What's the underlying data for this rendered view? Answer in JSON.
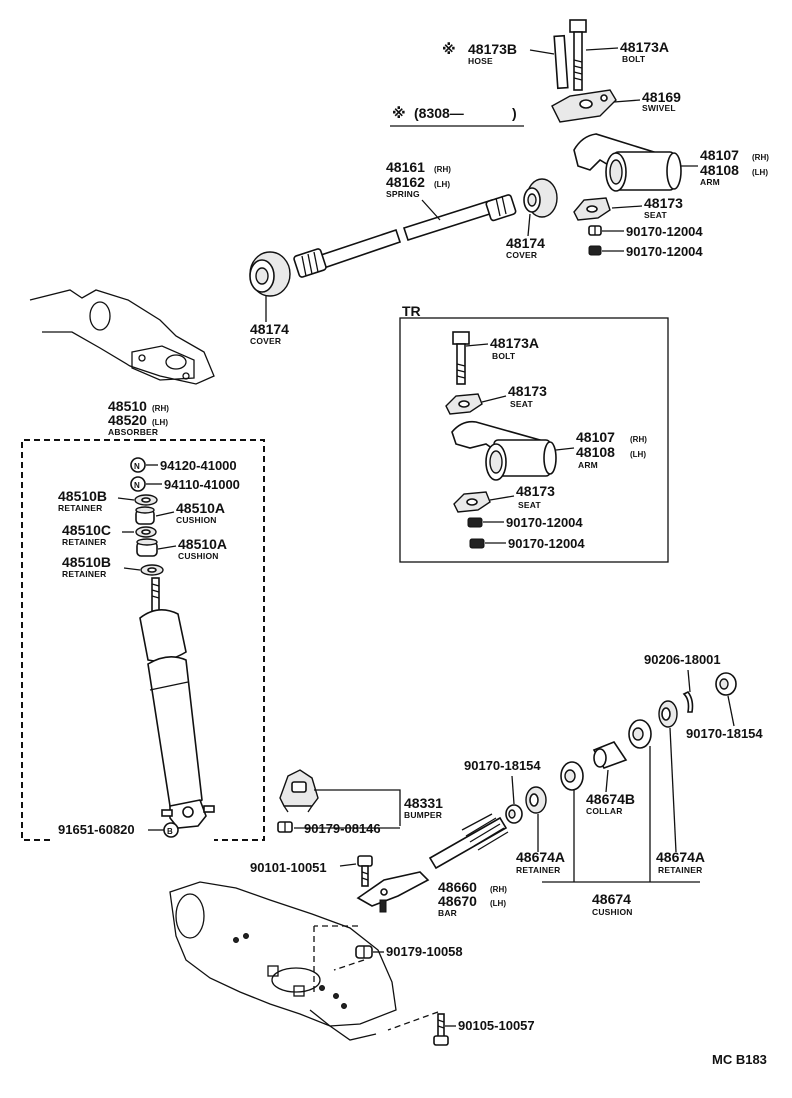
{
  "labels": {
    "hose_pn": "48173B",
    "hose_nm": "HOSE",
    "bolt_top_pn": "48173A",
    "bolt_top_nm": "BOLT",
    "swivel_pn": "48169",
    "swivel_nm": "SWIVEL",
    "date_note": "(8308—",
    "date_note_end": ")",
    "arm_top_pn1": "48107",
    "arm_top_sf1": "(RH)",
    "arm_top_pn2": "48108",
    "arm_top_sf2": "(LH)",
    "arm_top_nm": "ARM",
    "spring_pn1": "48161",
    "spring_sf1": "(RH)",
    "spring_pn2": "48162",
    "spring_sf2": "(LH)",
    "spring_nm": "SPRING",
    "seat_top_pn": "48173",
    "seat_top_nm": "SEAT",
    "nut_top1": "90170-12004",
    "nut_top2": "90170-12004",
    "cover_r_pn": "48174",
    "cover_r_nm": "COVER",
    "cover_l_pn": "48174",
    "cover_l_nm": "COVER",
    "tr_title": "TR",
    "tr_bolt_pn": "48173A",
    "tr_bolt_nm": "BOLT",
    "tr_seat1_pn": "48173",
    "tr_seat1_nm": "SEAT",
    "tr_arm_pn1": "48107",
    "tr_arm_sf1": "(RH)",
    "tr_arm_pn2": "48108",
    "tr_arm_sf2": "(LH)",
    "tr_arm_nm": "ARM",
    "tr_seat2_pn": "48173",
    "tr_seat2_nm": "SEAT",
    "tr_nut1": "90170-12004",
    "tr_nut2": "90170-12004",
    "abs_pn1": "48510",
    "abs_sf1": "(RH)",
    "abs_pn2": "48520",
    "abs_sf2": "(LH)",
    "abs_nm": "ABSORBER",
    "n_mark": "N",
    "nut_a": "94120-41000",
    "nut_b": "94110-41000",
    "ret1_pn": "48510B",
    "ret1_nm": "RETAINER",
    "cush1_pn": "48510A",
    "cush1_nm": "CUSHION",
    "ret2_pn": "48510C",
    "ret2_nm": "RETAINER",
    "cush2_pn": "48510A",
    "cush2_nm": "CUSHION",
    "ret3_pn": "48510B",
    "ret3_nm": "RETAINER",
    "b_mark": "B",
    "abs_bolt": "91651-60820",
    "bumper_pn": "48331",
    "bumper_nm": "BUMPER",
    "bumper_nut": "90179-08146",
    "washer": "90206-18001",
    "nut_end": "90170-18154",
    "nut_mid": "90170-18154",
    "collar_pn": "48674B",
    "collar_nm": "COLLAR",
    "ret_l_pn": "48674A",
    "ret_l_nm": "RETAINER",
    "ret_r_pn": "48674A",
    "ret_r_nm": "RETAINER",
    "cushion_pn": "48674",
    "cushion_nm": "CUSHION",
    "bar_pn1": "48660",
    "bar_sf1": "(RH)",
    "bar_pn2": "48670",
    "bar_sf2": "(LH)",
    "bar_nm": "BAR",
    "bolt_a": "90101-10051",
    "nut_c": "90179-10058",
    "bolt_b": "90105-10057",
    "footer_code": "MC  B183"
  }
}
